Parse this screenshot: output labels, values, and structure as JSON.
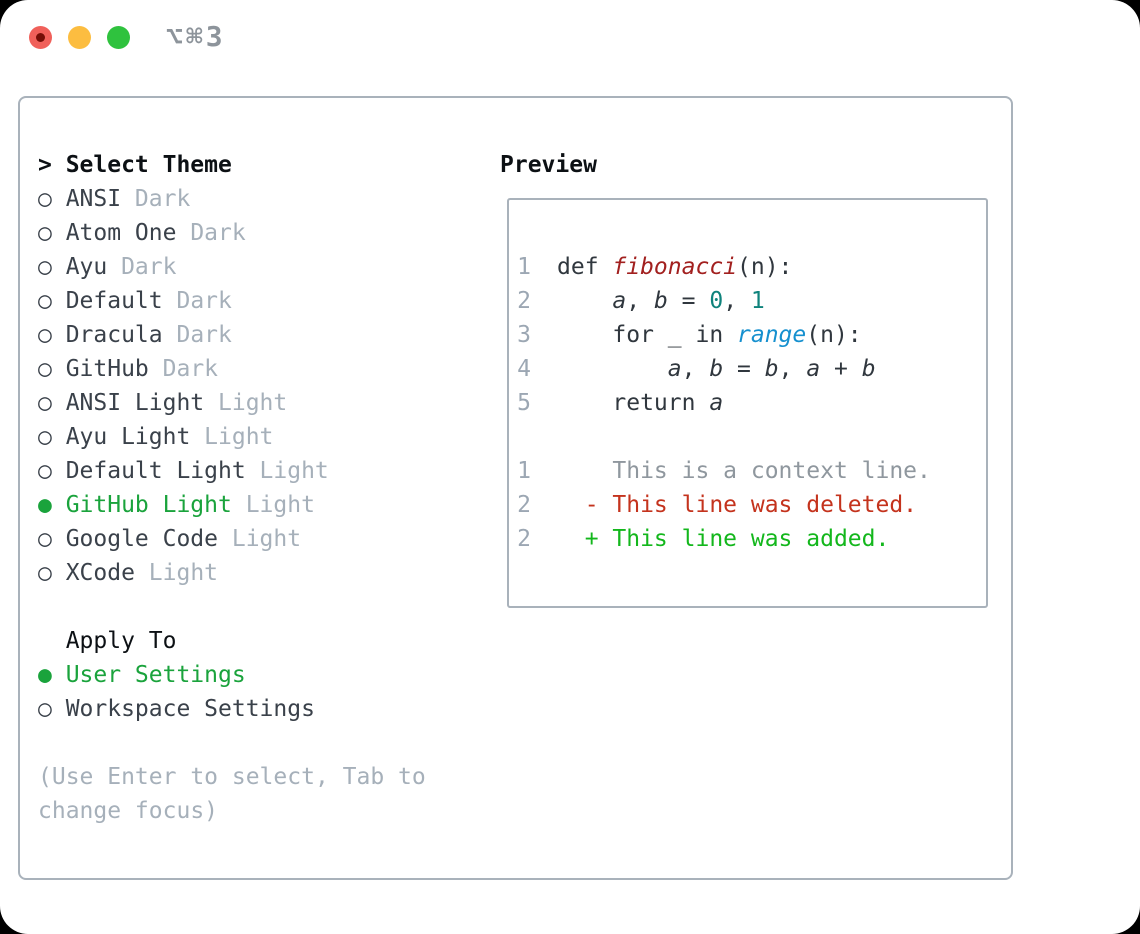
{
  "window": {
    "title": "⌥⌘3"
  },
  "left": {
    "header": {
      "marker": ">",
      "label": "Select Theme"
    },
    "themes": [
      {
        "marker": "○",
        "name": "ANSI",
        "tag": "Dark",
        "selected": false
      },
      {
        "marker": "○",
        "name": "Atom One",
        "tag": "Dark",
        "selected": false
      },
      {
        "marker": "○",
        "name": "Ayu",
        "tag": "Dark",
        "selected": false
      },
      {
        "marker": "○",
        "name": "Default",
        "tag": "Dark",
        "selected": false
      },
      {
        "marker": "○",
        "name": "Dracula",
        "tag": "Dark",
        "selected": false
      },
      {
        "marker": "○",
        "name": "GitHub",
        "tag": "Dark",
        "selected": false
      },
      {
        "marker": "○",
        "name": "ANSI Light",
        "tag": "Light",
        "selected": false
      },
      {
        "marker": "○",
        "name": "Ayu Light",
        "tag": "Light",
        "selected": false
      },
      {
        "marker": "○",
        "name": "Default Light",
        "tag": "Light",
        "selected": false
      },
      {
        "marker": "●",
        "name": "GitHub Light",
        "tag": "Light",
        "selected": true
      },
      {
        "marker": "○",
        "name": "Google Code",
        "tag": "Light",
        "selected": false
      },
      {
        "marker": "○",
        "name": "XCode",
        "tag": "Light",
        "selected": false
      }
    ],
    "apply_to": {
      "label": "Apply To",
      "options": [
        {
          "marker": "●",
          "name": "User Settings",
          "selected": true
        },
        {
          "marker": "○",
          "name": "Workspace Settings",
          "selected": false
        }
      ]
    },
    "help_lines": [
      "(Use Enter to select, Tab to",
      "change focus)"
    ]
  },
  "preview": {
    "header": "Preview",
    "lines": [
      {
        "num": "1",
        "segments": [
          {
            "text": "def ",
            "style": "plain"
          },
          {
            "text": "fibonacci",
            "style": "fn"
          },
          {
            "text": "(n):",
            "style": "plain"
          }
        ]
      },
      {
        "num": "2",
        "segments": [
          {
            "text": "    ",
            "style": "plain"
          },
          {
            "text": "a",
            "style": "var"
          },
          {
            "text": ", ",
            "style": "plain"
          },
          {
            "text": "b",
            "style": "var"
          },
          {
            "text": " = ",
            "style": "plain"
          },
          {
            "text": "0",
            "style": "num"
          },
          {
            "text": ", ",
            "style": "plain"
          },
          {
            "text": "1",
            "style": "num"
          }
        ]
      },
      {
        "num": "3",
        "segments": [
          {
            "text": "    for _ in ",
            "style": "plain"
          },
          {
            "text": "range",
            "style": "builtin"
          },
          {
            "text": "(n):",
            "style": "plain"
          }
        ]
      },
      {
        "num": "4",
        "segments": [
          {
            "text": "        ",
            "style": "plain"
          },
          {
            "text": "a",
            "style": "var"
          },
          {
            "text": ", ",
            "style": "plain"
          },
          {
            "text": "b",
            "style": "var"
          },
          {
            "text": " = ",
            "style": "plain"
          },
          {
            "text": "b",
            "style": "var"
          },
          {
            "text": ", ",
            "style": "plain"
          },
          {
            "text": "a",
            "style": "var"
          },
          {
            "text": " + ",
            "style": "plain"
          },
          {
            "text": "b",
            "style": "var"
          }
        ]
      },
      {
        "num": "5",
        "segments": [
          {
            "text": "    return ",
            "style": "plain"
          },
          {
            "text": "a",
            "style": "var"
          }
        ]
      },
      {
        "num": "",
        "segments": []
      },
      {
        "num": "1",
        "segments": [
          {
            "text": "    This is a context line.",
            "style": "context"
          }
        ]
      },
      {
        "num": "2",
        "segments": [
          {
            "text": "  - This line was deleted.",
            "style": "deleted"
          }
        ]
      },
      {
        "num": "2",
        "segments": [
          {
            "text": "  + This line was added.",
            "style": "added"
          }
        ]
      }
    ]
  },
  "colors": {
    "selected_green": "#1aa33c",
    "added_green": "#13b71c",
    "deleted_red": "#c4331d",
    "function_red": "#a2201f",
    "number_teal": "#0f837c",
    "builtin_blue": "#1690cf",
    "text_dark": "#3a414a",
    "code_dark": "#30373e",
    "header_black": "#0c1014",
    "muted_gray": "#a6b0ba",
    "context_gray": "#8f979e",
    "line_number_gray": "#9ca7b3",
    "border_gray": "#a9b2bb",
    "title_gray": "#8d949b",
    "traffic_red": "#f0605a",
    "traffic_red_dot": "#750e07",
    "traffic_yellow": "#fcbd40",
    "traffic_green": "#2fc23e"
  }
}
